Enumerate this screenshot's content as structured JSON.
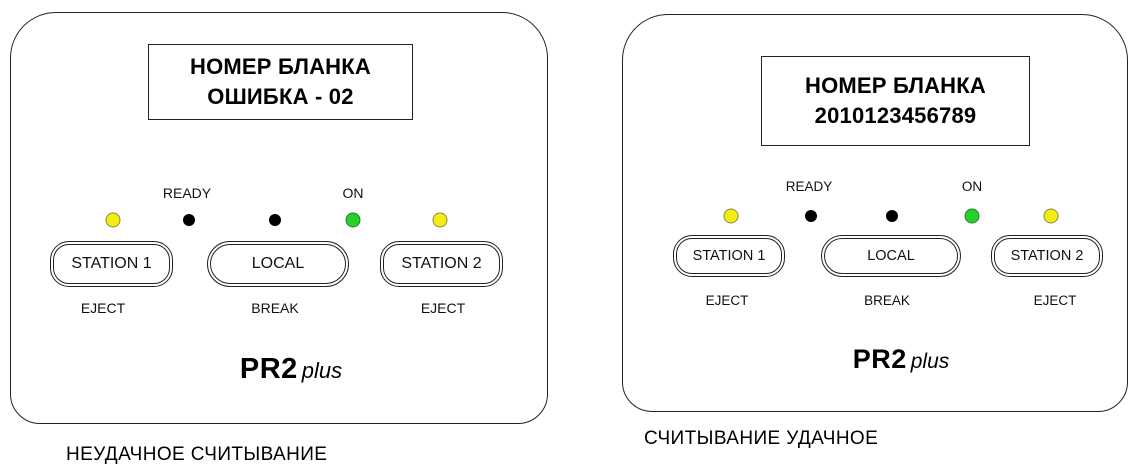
{
  "devices": [
    {
      "display": {
        "line1": "НОМЕР БЛАНКА",
        "line2": "ОШИБКА - 02"
      },
      "indicators": {
        "ready_label": "READY",
        "on_label": "ON"
      },
      "buttons": {
        "station1": "STATION 1",
        "local": "LOCAL",
        "station2": "STATION 2"
      },
      "sub_labels": {
        "eject_left": "EJECT",
        "break": "BREAK",
        "eject_right": "EJECT"
      },
      "logo": {
        "brand": "PR2",
        "suffix": "plus"
      },
      "caption": "НЕУДАЧНОЕ СЧИТЫВАНИЕ"
    },
    {
      "display": {
        "line1": "НОМЕР БЛАНКА",
        "line2": "2010123456789"
      },
      "indicators": {
        "ready_label": "READY",
        "on_label": "ON"
      },
      "buttons": {
        "station1": "STATION 1",
        "local": "LOCAL",
        "station2": "STATION 2"
      },
      "sub_labels": {
        "eject_left": "EJECT",
        "break": "BREAK",
        "eject_right": "EJECT"
      },
      "logo": {
        "brand": "PR2",
        "suffix": "plus"
      },
      "caption": "СЧИТЫВАНИЕ  УДАЧНОЕ"
    }
  ],
  "colors": {
    "led_yellow": "#f2ed12",
    "led_green": "#27cf2b",
    "led_black": "#000000"
  }
}
